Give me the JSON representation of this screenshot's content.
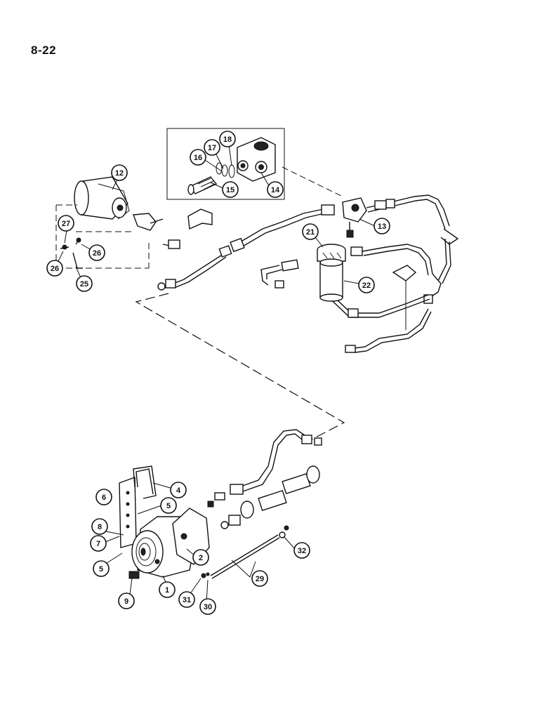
{
  "page": {
    "number": "8-22"
  },
  "callouts": [
    {
      "id": "c12",
      "label": "12"
    },
    {
      "id": "c16",
      "label": "16"
    },
    {
      "id": "c17",
      "label": "17"
    },
    {
      "id": "c18",
      "label": "18"
    },
    {
      "id": "c15",
      "label": "15"
    },
    {
      "id": "c14",
      "label": "14"
    },
    {
      "id": "c13",
      "label": "13"
    },
    {
      "id": "c21",
      "label": "21"
    },
    {
      "id": "c22",
      "label": "22"
    },
    {
      "id": "c27",
      "label": "27"
    },
    {
      "id": "c26a",
      "label": "26"
    },
    {
      "id": "c26b",
      "label": "26"
    },
    {
      "id": "c25",
      "label": "25"
    },
    {
      "id": "c4",
      "label": "4"
    },
    {
      "id": "c6",
      "label": "6"
    },
    {
      "id": "c5a",
      "label": "5"
    },
    {
      "id": "c8",
      "label": "8"
    },
    {
      "id": "c7",
      "label": "7"
    },
    {
      "id": "c5b",
      "label": "5"
    },
    {
      "id": "c2",
      "label": "2"
    },
    {
      "id": "c1",
      "label": "1"
    },
    {
      "id": "c9",
      "label": "9"
    },
    {
      "id": "c31",
      "label": "31"
    },
    {
      "id": "c30",
      "label": "30"
    },
    {
      "id": "c29",
      "label": "29"
    },
    {
      "id": "c32",
      "label": "32"
    }
  ]
}
